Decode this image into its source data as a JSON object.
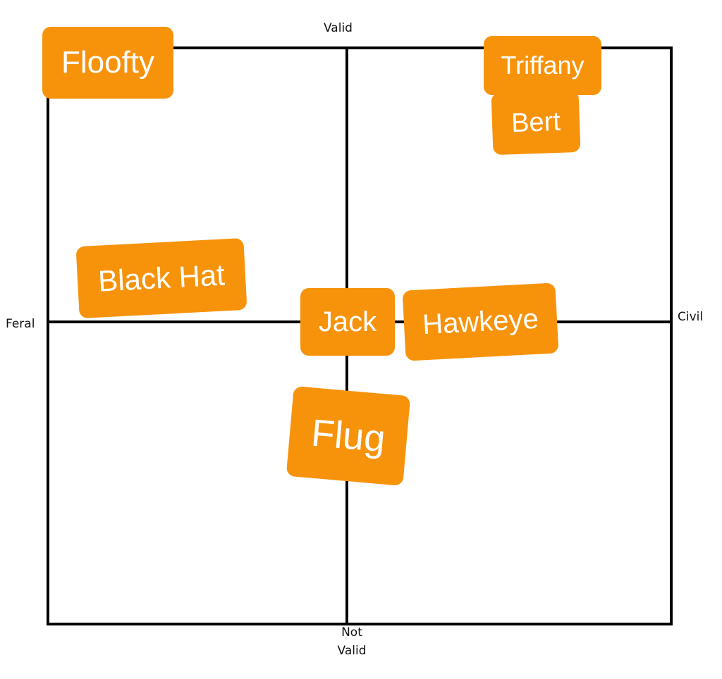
{
  "axes": {
    "top": "Valid",
    "bottom": "Not Valid",
    "left": "Feral",
    "right": "Civil"
  },
  "colors": {
    "sticker": "#F7930B",
    "sticker_text": "#FFFFFF",
    "lines": "#000000"
  },
  "characters": [
    {
      "label": "Floofty"
    },
    {
      "label": "Triffany"
    },
    {
      "label": "Bert"
    },
    {
      "label": "Black Hat"
    },
    {
      "label": "Jack"
    },
    {
      "label": "Hawkeye"
    },
    {
      "label": "Flug"
    }
  ]
}
